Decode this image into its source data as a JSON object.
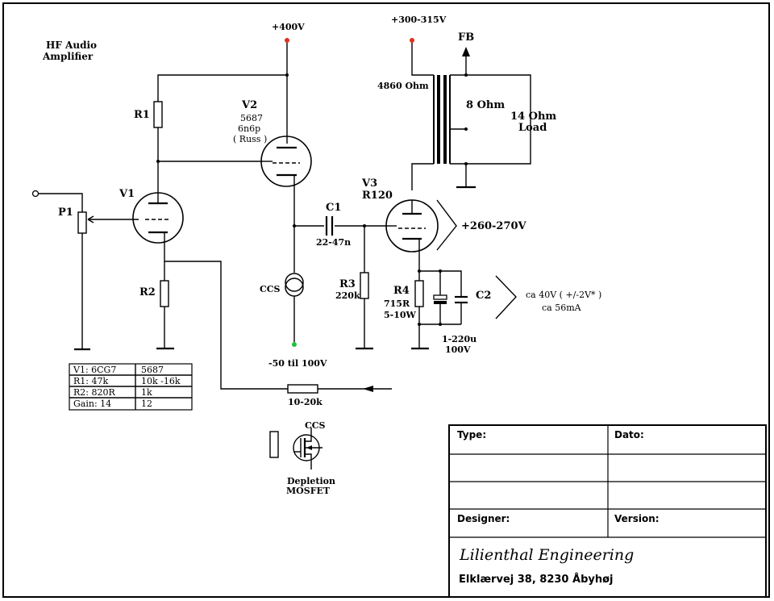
{
  "title": {
    "line1": "HF Audio",
    "line2": "Amplifier"
  },
  "supplies": {
    "v2_supply": "+400V",
    "v3_supply": "+300-315V",
    "ccs_supply": "-50 til 100V",
    "v3_cathode": "+260-270V"
  },
  "components": {
    "r1": "R1",
    "r2": "R2",
    "p1": "P1",
    "v1": "V1",
    "v2": "V2",
    "v2_type1": "5687",
    "v2_type2": "6n6p",
    "v2_type3": "( Russ )",
    "v3": "V3",
    "v3_type": "R120",
    "c1": "C1",
    "c1_value": "22-47n",
    "r3": "R3",
    "r3_value": "220k",
    "r4": "R4",
    "r4_value1": "715R",
    "r4_value2": "5-10W",
    "c2": "C2",
    "c2_value1": "1-220u",
    "c2_value2": "100V",
    "ccs": "CCS",
    "fb": "FB",
    "fb_res": "10-20k",
    "xfmr_primary": "4860 Ohm",
    "xfmr_secondary": "8 Ohm",
    "load_line1": "14 Ohm",
    "load_line2": "Load",
    "bias_voltage": "ca 40V ( +/-2V* )",
    "bias_current": "ca 56mA",
    "mosfet_ccs": "CCS",
    "mosfet_line1": "Depletion",
    "mosfet_line2": "MOSFET"
  },
  "table": {
    "rows": [
      [
        "V1: 6CG7",
        "5687"
      ],
      [
        "R1:   47k",
        "10k -16k"
      ],
      [
        "R2:   820R",
        "1k"
      ],
      [
        "Gain:  14",
        "12"
      ]
    ]
  },
  "title_block": {
    "type_label": "Type:",
    "date_label": "Dato:",
    "designer_label": "Designer:",
    "version_label": "Version:",
    "signature": "Lilienthal  Engineering",
    "address": "Elklærvej 38, 8230 Åbyhøj"
  },
  "colors": {
    "terminal_red": "#e03020",
    "terminal_green": "#20c040"
  }
}
